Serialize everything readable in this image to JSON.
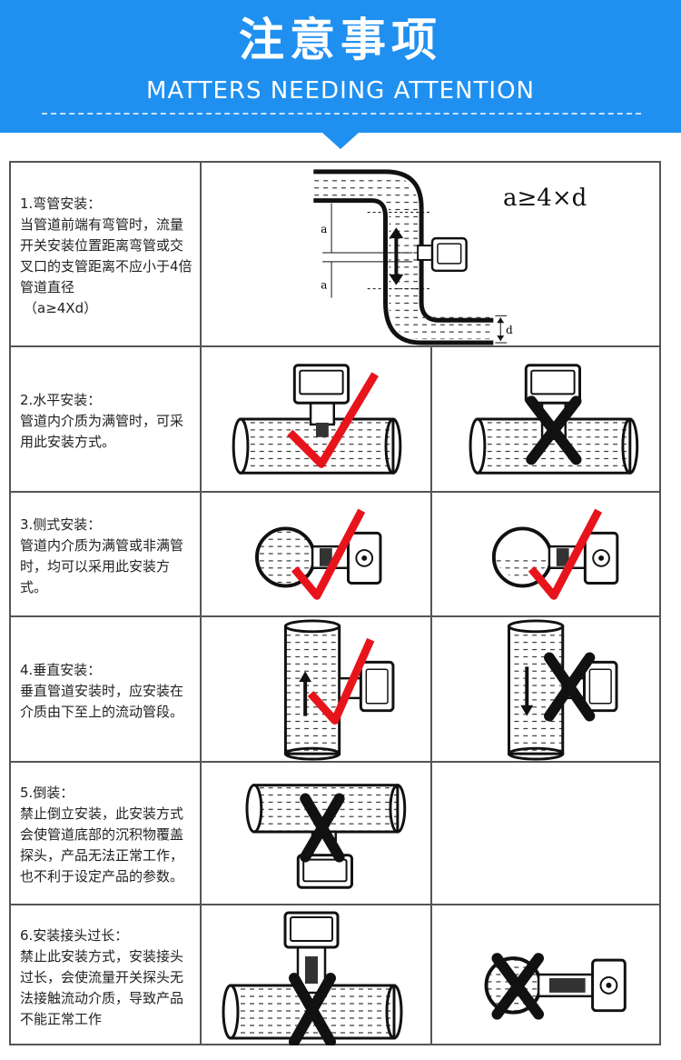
{
  "header": {
    "title": "注意事项",
    "subtitle": "MATTERS NEEDING ATTENTION"
  },
  "colors": {
    "banner": "#1f90f0",
    "check": "#e8141c",
    "cross": "#111111"
  },
  "rows": [
    {
      "title": "1.弯管安装：",
      "body": "当管道前端有弯管时，流量开关安装位置距离弯管或交叉口的支管距离不应小于4倍管道直径",
      "note": "（a≥4Xd）",
      "formula": "a≥4×d",
      "labels": {
        "a": "a",
        "d": "d"
      }
    },
    {
      "title": "2.水平安装：",
      "body": "管道内介质为满管时，可采用此安装方式。"
    },
    {
      "title": "3.侧式安装：",
      "body": "管道内介质为满管或非满管时，均可以采用此安装方式。"
    },
    {
      "title": "4.垂直安装：",
      "body": "垂直管道安装时，应安装在介质由下至上的流动管段。"
    },
    {
      "title": "5.倒装：",
      "body": "禁止倒立安装，此安装方式会使管道底部的沉积物覆盖探头，产品无法正常工作，也不利于设定产品的参数。"
    },
    {
      "title": "6.安装接头过长：",
      "body": "禁止此安装方式，安装接头过长，会使流量开关探头无法接触流动介质，导致产品不能正常工作"
    }
  ]
}
